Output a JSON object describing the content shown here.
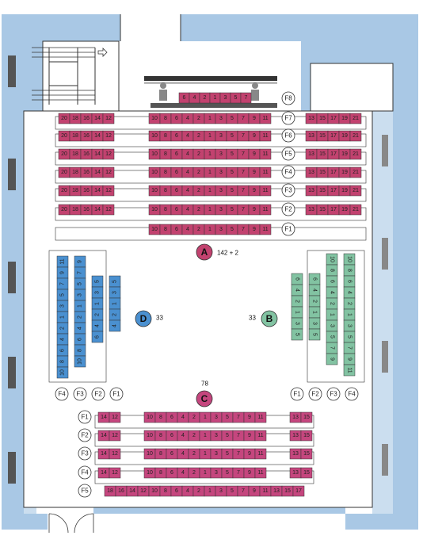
{
  "colors": {
    "section_a": "#c2426f",
    "section_c": "#c5467e",
    "section_b": "#82c3a2",
    "section_d": "#4a90d0",
    "wall": "#a9c8e5",
    "outline": "#333333"
  },
  "stage_row": {
    "seats": [
      "6",
      "4",
      "2",
      "1",
      "3",
      "5",
      "7"
    ],
    "row_label": "F8"
  },
  "section_a": {
    "label": "A",
    "capacity": "142 + 2",
    "left_seats": [
      "20",
      "18",
      "16",
      "14",
      "12"
    ],
    "center_seats": [
      "10",
      "8",
      "6",
      "4",
      "2",
      "1",
      "3",
      "5",
      "7",
      "9",
      "11"
    ],
    "right_seats": [
      "13",
      "15",
      "17",
      "19",
      "21"
    ],
    "rows": [
      "F7",
      "F6",
      "F5",
      "F4",
      "F3",
      "F2",
      "F1"
    ]
  },
  "section_c": {
    "label": "C",
    "capacity": "78",
    "left_seats": [
      "14",
      "12"
    ],
    "center_seats": [
      "10",
      "8",
      "6",
      "4",
      "2",
      "1",
      "3",
      "5",
      "7",
      "9",
      "11"
    ],
    "right_seats": [
      "13",
      "15"
    ],
    "last_row_seats": [
      "18",
      "16",
      "14",
      "12",
      "10",
      "8",
      "6",
      "4",
      "2",
      "1",
      "3",
      "5",
      "7",
      "9",
      "11",
      "13",
      "15",
      "17"
    ],
    "rows": [
      "F1",
      "F2",
      "F3",
      "F4",
      "F5"
    ]
  },
  "section_d": {
    "label": "D",
    "capacity": "33",
    "rows": [
      "F4",
      "F3",
      "F2",
      "F1"
    ],
    "col_f4_seats": [
      "11",
      "9",
      "7",
      "5",
      "3",
      "1",
      "2",
      "4",
      "6",
      "8",
      "10"
    ],
    "col_f3_seats": [
      "9",
      "7",
      "5",
      "3",
      "1",
      "2",
      "4",
      "6",
      "8",
      "10"
    ],
    "col_f2_seats": [
      "5",
      "3",
      "1",
      "2",
      "4",
      "6"
    ],
    "col_f1_seats": [
      "5",
      "3",
      "1",
      "2",
      "4"
    ]
  },
  "section_b": {
    "label": "B",
    "capacity": "33",
    "rows": [
      "F1",
      "F2",
      "F3",
      "F4"
    ],
    "col_f1_seats": [
      "6",
      "4",
      "2",
      "1",
      "3",
      "5"
    ],
    "col_f2_seats": [
      "6",
      "4",
      "2",
      "1",
      "3",
      "5"
    ],
    "col_f3_seats": [
      "10",
      "8",
      "6",
      "4",
      "2",
      "1",
      "3",
      "5",
      "7",
      "9"
    ],
    "col_f4_seats": [
      "10",
      "8",
      "6",
      "4",
      "2",
      "1",
      "3",
      "5",
      "7",
      "9",
      "11"
    ]
  },
  "icons": {
    "stair": "staircase-icon",
    "exit": "exit-arrow-icon",
    "speaker": "speaker-figure-icon"
  }
}
